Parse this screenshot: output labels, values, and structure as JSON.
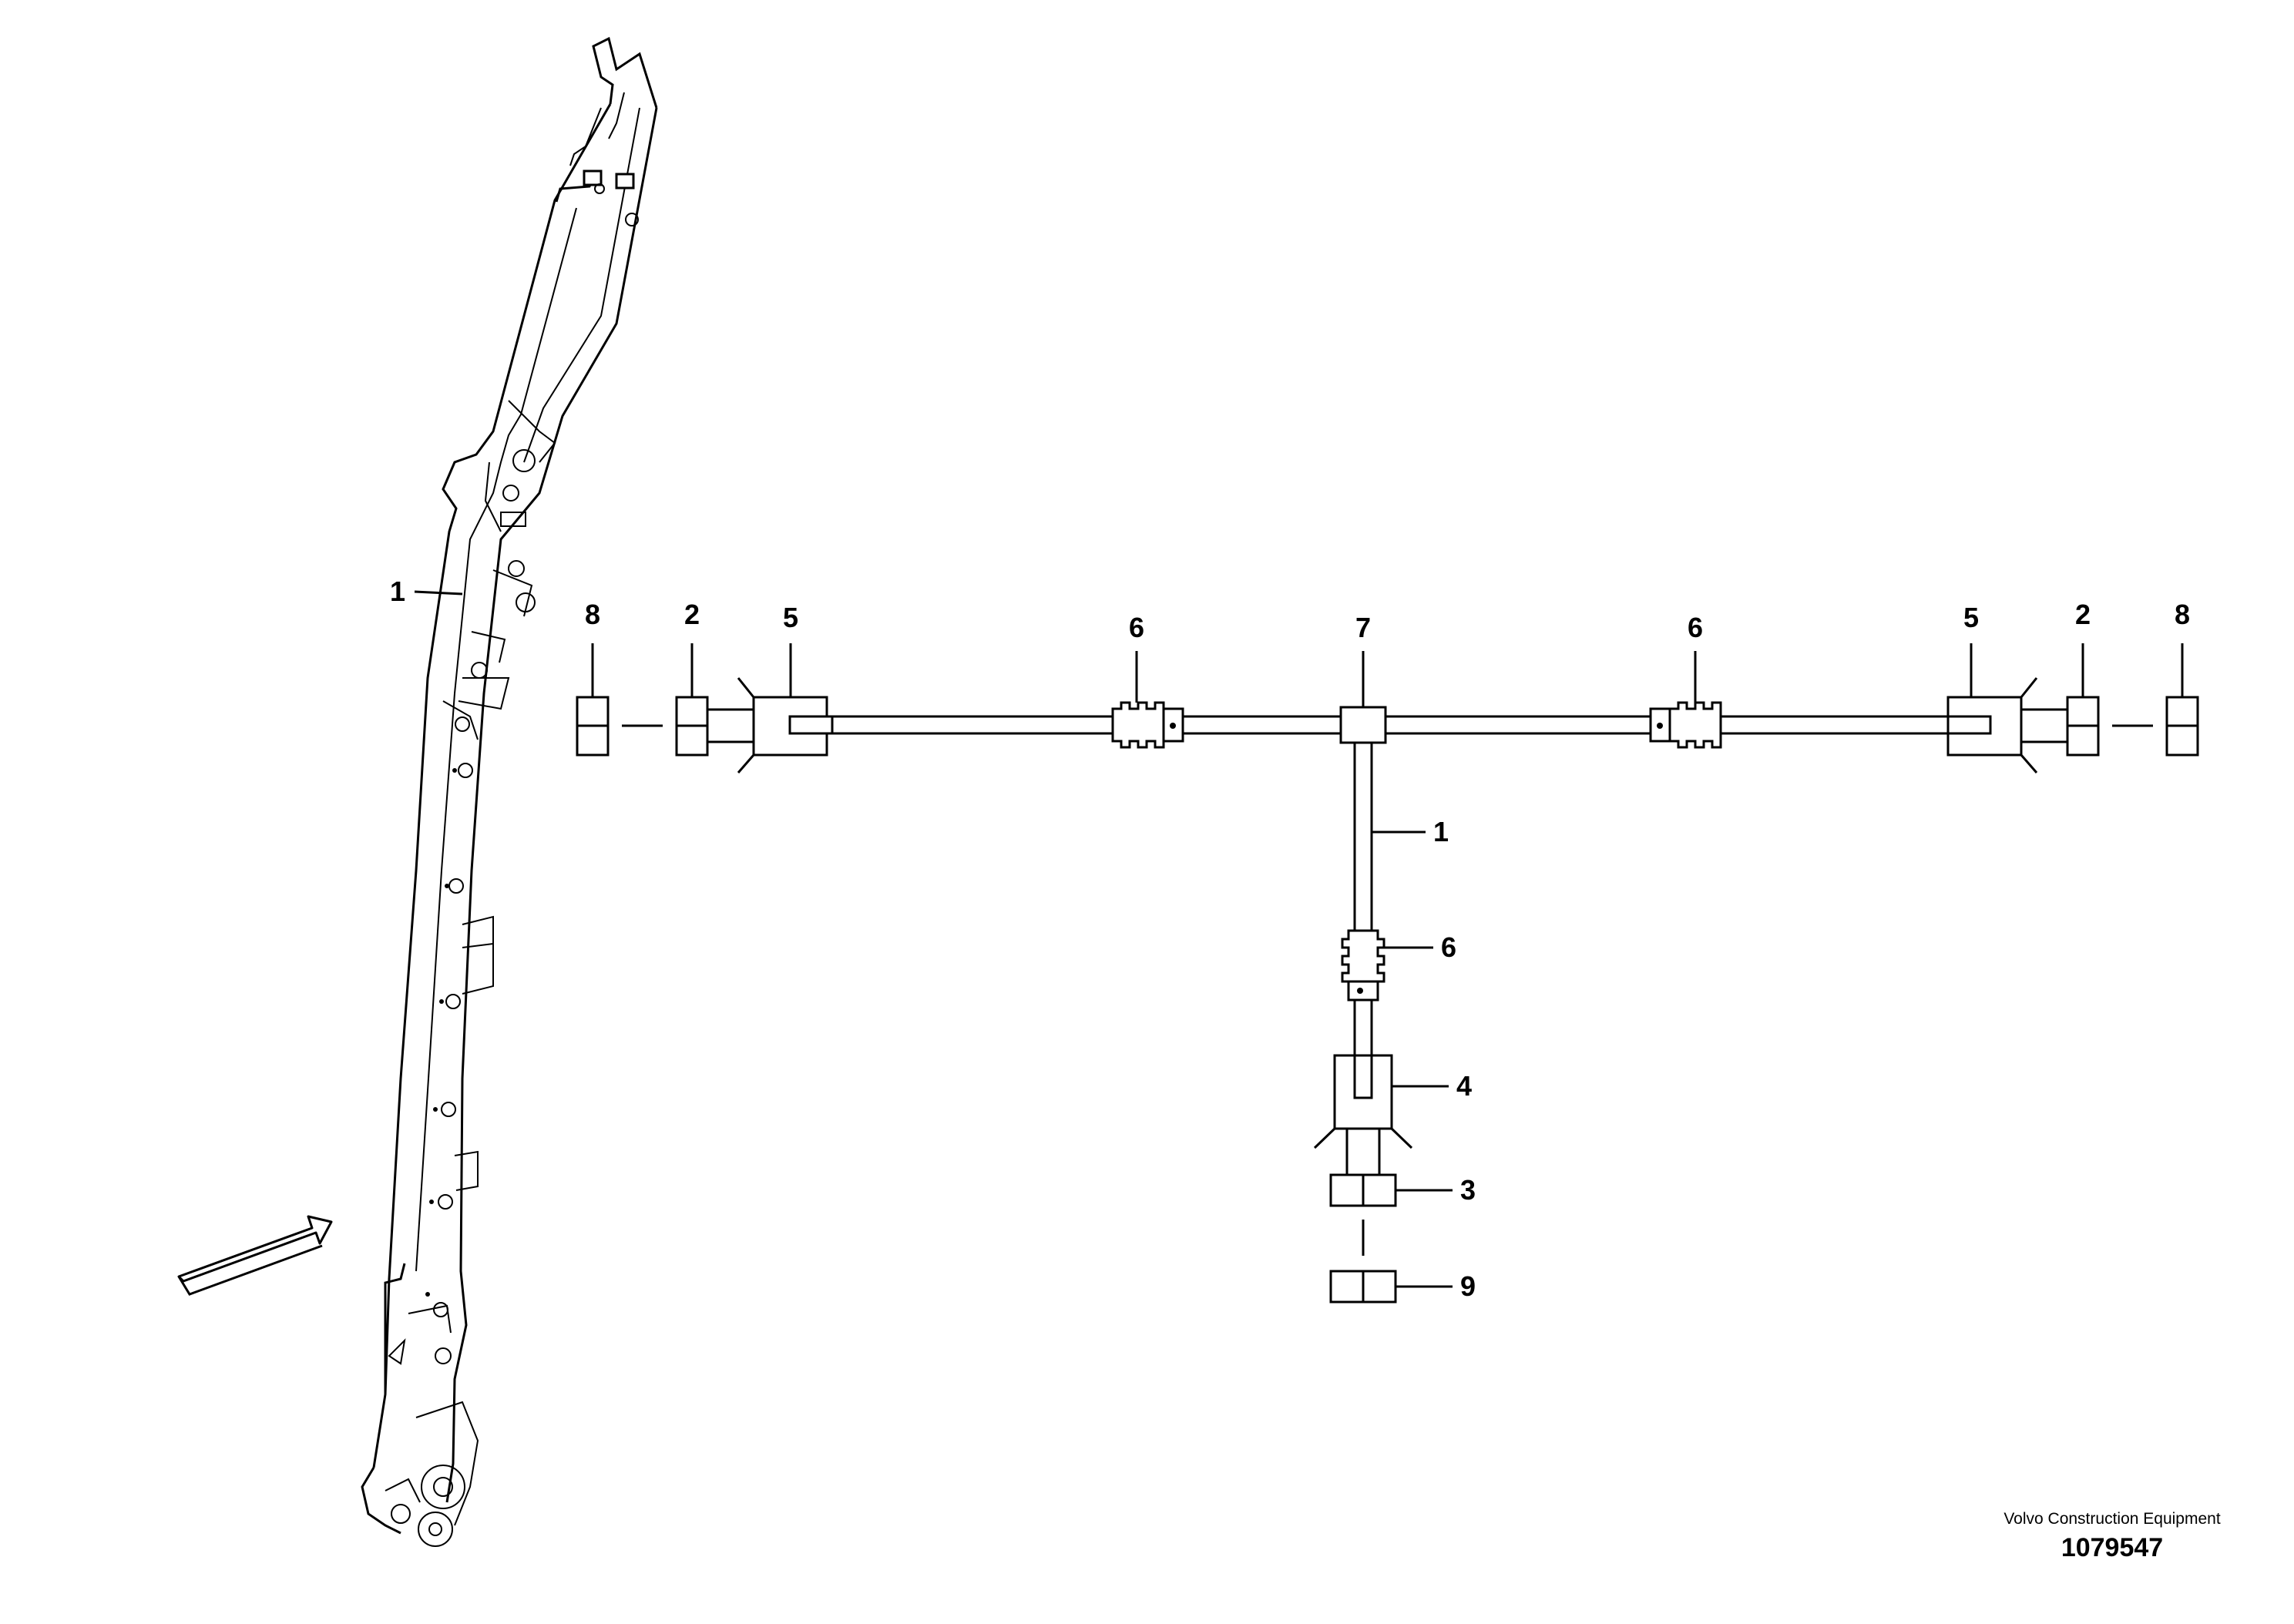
{
  "diagram": {
    "callouts": {
      "c1_boom": "1",
      "c8_left": "8",
      "c2_left": "2",
      "c5_left": "5",
      "c6_left": "6",
      "c7": "7",
      "c6_right": "6",
      "c5_right": "5",
      "c2_right": "2",
      "c8_right": "8",
      "c1_hose": "1",
      "c6_vertical": "6",
      "c4": "4",
      "c3": "3",
      "c9": "9"
    }
  },
  "credit": {
    "company": "Volvo Construction Equipment",
    "doc_number": "1079547"
  }
}
